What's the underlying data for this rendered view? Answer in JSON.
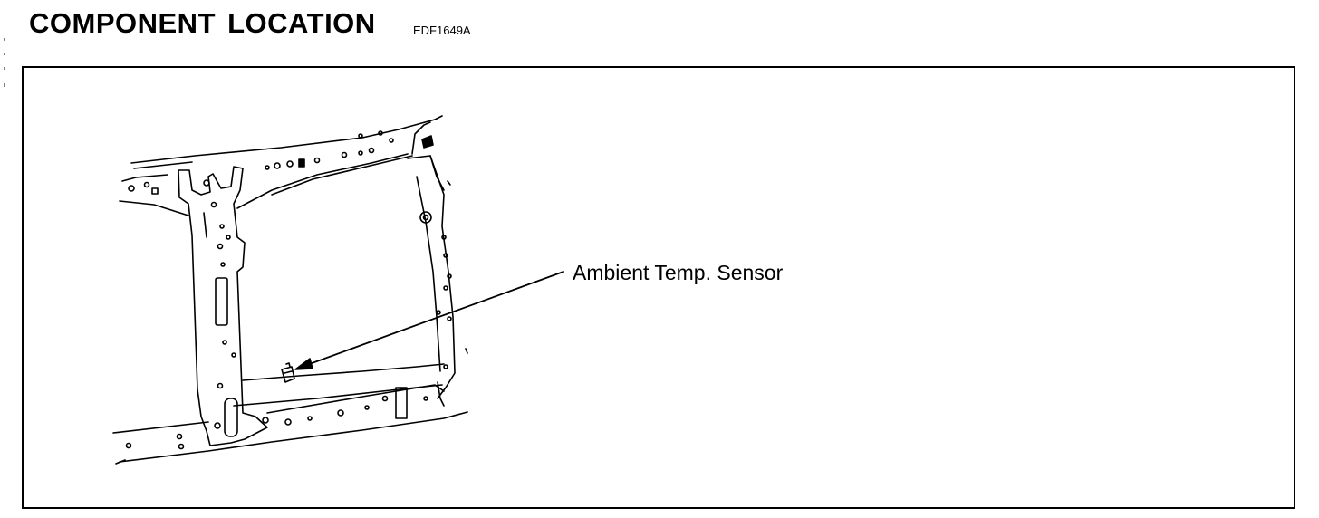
{
  "header": {
    "title": "COMPONENT LOCATION",
    "doc_code": "EDF1649A"
  },
  "figure": {
    "callouts": [
      {
        "label": "Ambient Temp. Sensor"
      }
    ],
    "colors": {
      "ink": "#000000",
      "paper": "#ffffff"
    }
  }
}
